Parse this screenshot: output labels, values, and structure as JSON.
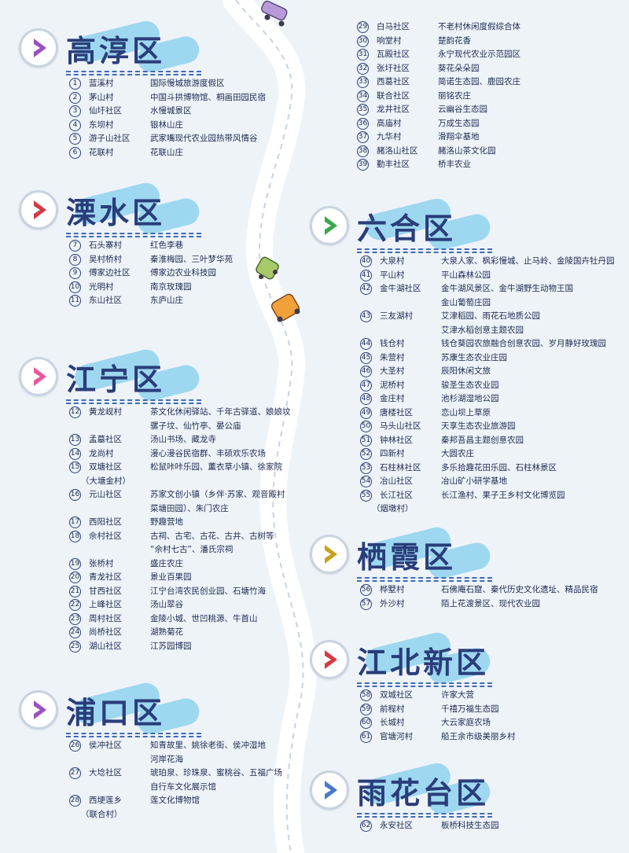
{
  "colors": {
    "purple": "#9b4fc2",
    "red": "#d43a43",
    "pink": "#e8589a",
    "green": "#3aa84a",
    "gold": "#c8a21e",
    "blue": "#4a78c8"
  },
  "districts": [
    {
      "name": "高淳区",
      "color": "#9b4fc2",
      "entries": [
        {
          "no": "1",
          "village": "蓝溪村",
          "attr": [
            "国际慢城旅游度假区"
          ]
        },
        {
          "no": "2",
          "village": "茅山村",
          "attr": [
            "中国斗拱博物馆、桐画田园民宿"
          ]
        },
        {
          "no": "3",
          "village": "仙圩社区",
          "attr": [
            "水慢城景区"
          ]
        },
        {
          "no": "4",
          "village": "东坝村",
          "attr": [
            "银林山庄"
          ]
        },
        {
          "no": "5",
          "village": "游子山社区",
          "attr": [
            "武家嘴现代农业园热带风情谷"
          ]
        },
        {
          "no": "6",
          "village": "花联村",
          "attr": [
            "花联山庄"
          ]
        }
      ]
    },
    {
      "name": "溧水区",
      "color": "#d43a43",
      "entries": [
        {
          "no": "7",
          "village": "石头寨村",
          "attr": [
            "红色李巷"
          ]
        },
        {
          "no": "8",
          "village": "吴村桥村",
          "attr": [
            "秦淮梅园、三叶梦华苑"
          ]
        },
        {
          "no": "9",
          "village": "傅家边社区",
          "attr": [
            "傅家边农业科技园"
          ]
        },
        {
          "no": "10",
          "village": "光明村",
          "attr": [
            "南京玫瑰园"
          ]
        },
        {
          "no": "11",
          "village": "东山社区",
          "attr": [
            "东庐山庄"
          ]
        }
      ]
    },
    {
      "name": "江宁区",
      "color": "#e8589a",
      "entries": [
        {
          "no": "12",
          "village": "黄龙岘村",
          "attr": [
            "茶文化休闲驿站、千年古驿道、娘娘坟",
            "骡子坟、仙竹亭、晏公庙"
          ]
        },
        {
          "no": "13",
          "village": "孟墓社区",
          "attr": [
            "汤山书场、藏龙寺"
          ]
        },
        {
          "no": "14",
          "village": "龙尚村",
          "attr": [
            "漫心漫谷民宿群、丰硕欢乐农场"
          ]
        },
        {
          "no": "15",
          "village": "双塘社区",
          "village2": "（大塘金村）",
          "attr": [
            "松鼠咔咔乐园、薰衣草小镇、徐家院"
          ]
        },
        {
          "no": "16",
          "village": "元山社区",
          "attr": [
            "苏家文创小镇（乡伴·苏家、观音殿村",
            "菜塘田园）、朱门农庄"
          ]
        },
        {
          "no": "17",
          "village": "西阳社区",
          "attr": [
            "野趣营地"
          ]
        },
        {
          "no": "18",
          "village": "佘村社区",
          "attr": [
            "古祠、古宅、古花、古井、古树等",
            "“佘村七古”、潘氏宗祠"
          ]
        },
        {
          "no": "19",
          "village": "张桥村",
          "attr": [
            "盛庄农庄"
          ]
        },
        {
          "no": "20",
          "village": "青龙社区",
          "attr": [
            "景业百果园"
          ]
        },
        {
          "no": "21",
          "village": "甘西社区",
          "attr": [
            "江宁台湾农民创业园、石塘竹海"
          ]
        },
        {
          "no": "22",
          "village": "上峰社区",
          "attr": [
            "汤山翠谷"
          ]
        },
        {
          "no": "23",
          "village": "周村社区",
          "attr": [
            "金陵小城、世凹桃源、牛首山"
          ]
        },
        {
          "no": "24",
          "village": "尚桥社区",
          "attr": [
            "湖熟菊花"
          ]
        },
        {
          "no": "25",
          "village": "湖山社区",
          "attr": [
            "江苏园博园"
          ]
        }
      ]
    },
    {
      "name": "浦口区",
      "color": "#9b4fc2",
      "entries": [
        {
          "no": "26",
          "village": "侯冲社区",
          "attr": [
            "知青故里、姚徐老街、侯冲湿地",
            "河岸花海"
          ]
        },
        {
          "no": "27",
          "village": "大埝社区",
          "attr": [
            "琥珀泉、珍珠泉、蜜桃谷、五福广场",
            "自行车文化展示馆"
          ]
        },
        {
          "no": "28",
          "village": "西埂莲乡",
          "village2": "（联合村）",
          "attr": [
            "莲文化博物馆"
          ]
        }
      ]
    },
    {
      "name": "",
      "color": "",
      "entries": [
        {
          "no": "29",
          "village": "白马社区",
          "attr": [
            "不老村休闲度假综合体"
          ]
        },
        {
          "no": "30",
          "village": "响堂村",
          "attr": [
            "楚韵花香"
          ]
        },
        {
          "no": "31",
          "village": "瓦殿社区",
          "attr": [
            "永宁现代农业示范园区"
          ]
        },
        {
          "no": "32",
          "village": "张圩社区",
          "attr": [
            "葵花朵朵园"
          ]
        },
        {
          "no": "33",
          "village": "西葛社区",
          "attr": [
            "简诺生态园、鹿园农庄"
          ]
        },
        {
          "no": "34",
          "village": "联合社区",
          "attr": [
            "丽铭农庄"
          ]
        },
        {
          "no": "35",
          "village": "龙井社区",
          "attr": [
            "云幽谷生态园"
          ]
        },
        {
          "no": "36",
          "village": "高庙村",
          "attr": [
            "万成生态园"
          ]
        },
        {
          "no": "37",
          "village": "九华村",
          "attr": [
            "滑翔伞基地"
          ]
        },
        {
          "no": "38",
          "village": "赭洛山社区",
          "attr": [
            "赭洛山茶文化园"
          ]
        },
        {
          "no": "39",
          "village": "勤丰社区",
          "attr": [
            "桥丰农业"
          ]
        }
      ]
    },
    {
      "name": "六合区",
      "color": "#3aa84a",
      "entries": [
        {
          "no": "40",
          "village": "大泉村",
          "attr": [
            "大泉人家、枫彩慢城、止马岭、金陵国卉牡丹园"
          ]
        },
        {
          "no": "41",
          "village": "平山村",
          "attr": [
            "平山森林公园"
          ]
        },
        {
          "no": "42",
          "village": "金牛湖社区",
          "attr": [
            "金牛湖风景区、金牛湖野生动物王国",
            "金山葡萄庄园"
          ]
        },
        {
          "no": "43",
          "village": "三友湖村",
          "attr": [
            "艾津稻园、雨花石地质公园",
            "艾津水稻创意主题农园"
          ]
        },
        {
          "no": "44",
          "village": "钱仓村",
          "attr": [
            "钱仓葵园农旅融合创意农园、岁月静好玫瑰园"
          ]
        },
        {
          "no": "45",
          "village": "朱营村",
          "attr": [
            "苏康生态农业庄园"
          ]
        },
        {
          "no": "46",
          "village": "大圣村",
          "attr": [
            "辰阳休闲文旅"
          ]
        },
        {
          "no": "47",
          "village": "泥桥村",
          "attr": [
            "骏圣生态农业园"
          ]
        },
        {
          "no": "48",
          "village": "金庄村",
          "attr": [
            "池杉湖湿地公园"
          ]
        },
        {
          "no": "49",
          "village": "唐楼社区",
          "attr": [
            "恋山坝上草原"
          ]
        },
        {
          "no": "50",
          "village": "马头山社区",
          "attr": [
            "天享生态农业旅游园"
          ]
        },
        {
          "no": "51",
          "village": "钟林社区",
          "attr": [
            "秦邦吾昌主题创意农园"
          ]
        },
        {
          "no": "52",
          "village": "四新村",
          "attr": [
            "大圆农庄"
          ]
        },
        {
          "no": "53",
          "village": "石柱林社区",
          "attr": [
            "多乐拾趣花田乐园、石柱林景区"
          ]
        },
        {
          "no": "54",
          "village": "冶山社区",
          "attr": [
            "冶山矿小研学基地"
          ]
        },
        {
          "no": "55",
          "village": "长江社区",
          "village2": "（烟墩村）",
          "attr": [
            "长江渔村、果子王乡村文化博览园"
          ]
        }
      ]
    },
    {
      "name": "栖霞区",
      "color": "#c8a21e",
      "entries": [
        {
          "no": "56",
          "village": "桦墅村",
          "attr": [
            "石佛庵石窟、秦代历史文化遗址、精品民宿"
          ]
        },
        {
          "no": "57",
          "village": "外沙村",
          "attr": [
            "陌上花渡景区、现代农业园"
          ]
        }
      ]
    },
    {
      "name": "江北新区",
      "color": "#d43a43",
      "entries": [
        {
          "no": "58",
          "village": "双城社区",
          "attr": [
            "许家大营"
          ]
        },
        {
          "no": "59",
          "village": "前程村",
          "attr": [
            "千禧万福生态园"
          ]
        },
        {
          "no": "60",
          "village": "长城村",
          "attr": [
            "大云家庭农场"
          ]
        },
        {
          "no": "61",
          "village": "官塘河村",
          "attr": [
            "船王余市级美丽乡村"
          ]
        }
      ]
    },
    {
      "name": "雨花台区",
      "color": "#4a78c8",
      "entries": [
        {
          "no": "62",
          "village": "永安社区",
          "attr": [
            "板桥科技生态园"
          ]
        }
      ]
    }
  ]
}
